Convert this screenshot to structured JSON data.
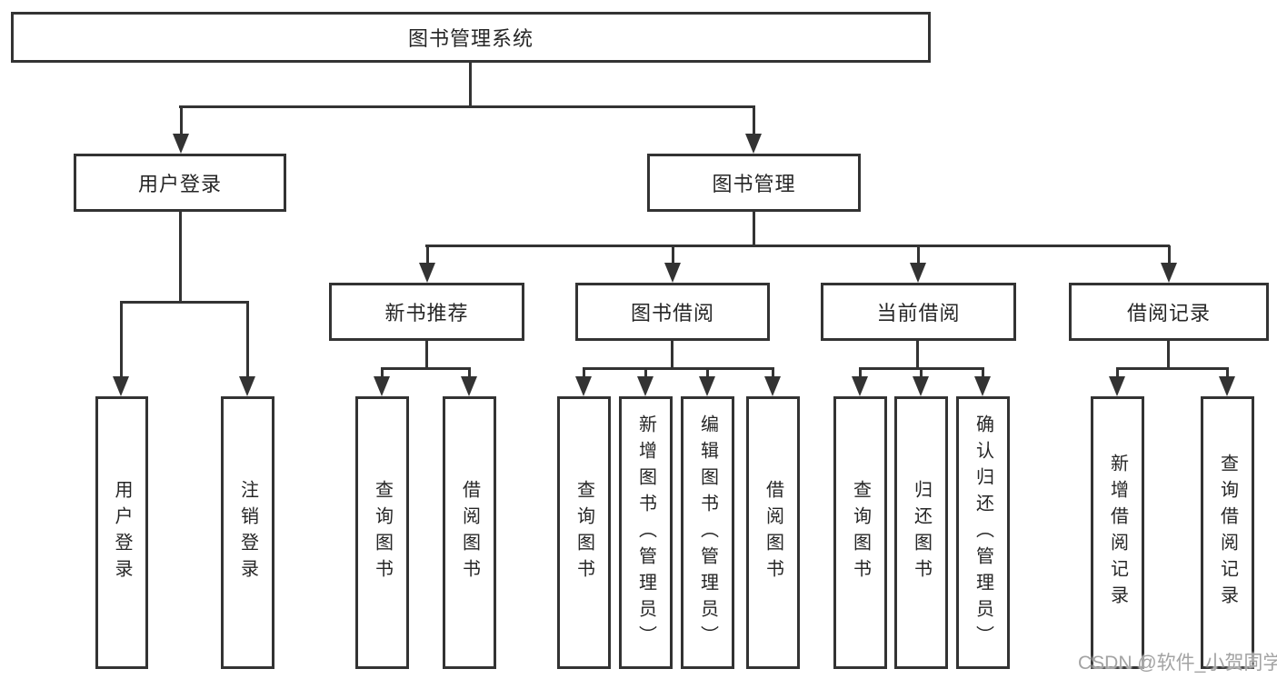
{
  "diagram": {
    "root": {
      "label": "图书管理系统"
    },
    "branches": [
      {
        "label": "用户登录",
        "children": [
          {
            "label": "用户登录"
          },
          {
            "label": "注销登录"
          }
        ]
      },
      {
        "label": "图书管理",
        "children": [
          {
            "label": "新书推荐",
            "children": [
              {
                "label": "查询图书"
              },
              {
                "label": "借阅图书"
              }
            ]
          },
          {
            "label": "图书借阅",
            "children": [
              {
                "label": "查询图书"
              },
              {
                "label": "新增图书（管理员）"
              },
              {
                "label": "编辑图书（管理员）"
              },
              {
                "label": "借阅图书"
              }
            ]
          },
          {
            "label": "当前借阅",
            "children": [
              {
                "label": "查询图书"
              },
              {
                "label": "归还图书"
              },
              {
                "label": "确认归还（管理员）"
              }
            ]
          },
          {
            "label": "借阅记录",
            "children": [
              {
                "label": "新增借阅记录"
              },
              {
                "label": "查询借阅记录"
              }
            ]
          }
        ]
      }
    ]
  },
  "watermark": {
    "text": "CSDN @软件_小贺同学"
  },
  "colors": {
    "line": "#333333",
    "text": "#262626",
    "watermark": "#a3a3a3",
    "background": "#ffffff"
  }
}
